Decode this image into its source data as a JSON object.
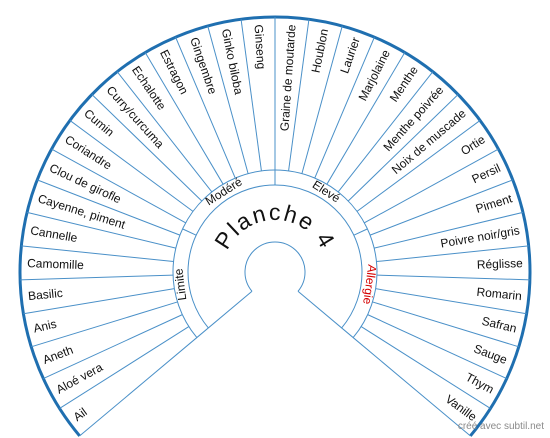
{
  "title": "Planche 4",
  "inner_labels": [
    "Limite",
    "Modéré",
    "Elevé",
    "Allergie"
  ],
  "items": [
    "Ail",
    "Aloé vera",
    "Aneth",
    "Anis",
    "Basilic",
    "Camomille",
    "Cannelle",
    "Cayenne, piment",
    "Clou de girofle",
    "Coriandre",
    "Cumin",
    "Curry/curcuma",
    "Echalotte",
    "Estragon",
    "Gingembre",
    "Ginko biloba",
    "Ginseng",
    "Graine de moutarde",
    "Houblon",
    "Laurier",
    "Marjolaine",
    "Menthe",
    "Menthe poivrée",
    "Noix de muscade",
    "Ortie",
    "Persil",
    "Piment",
    "Poivre noir/gris",
    "Réglisse",
    "Romarin",
    "Safran",
    "Sauge",
    "Thym",
    "Vanille"
  ],
  "credit": "créé avec subtil.net",
  "colors": {
    "line": "#4a90c8",
    "outer_rim": "#1f6fb0",
    "text": "#111111",
    "allergy": "#d40000"
  }
}
